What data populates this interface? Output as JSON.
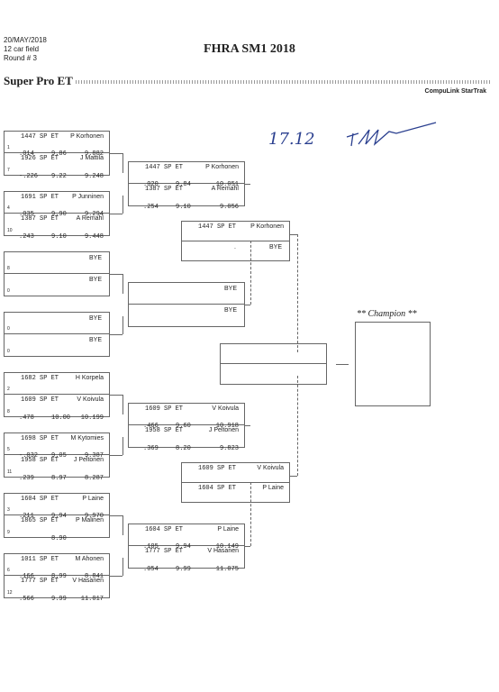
{
  "header": {
    "date": "20/MAY/2018",
    "field": "12 car field",
    "round": "Round # 3",
    "title": "FHRA SM1 2018",
    "section": "Super Pro ET",
    "software": "CompuLink StarTrak",
    "handwriting": "17.12"
  },
  "champion_label": "** Champion **",
  "bye_label": "BYE",
  "round1": [
    {
      "top": {
        "lane": "1",
        "car": "1447 SP ET",
        "driver": "P Korhonen",
        "rt": ".014",
        "et": "9.86",
        "mph": "9.882"
      },
      "bottom": {
        "lane": "7",
        "car": "1926 SP ET",
        "driver": "J Mattila",
        "rt": "-.226",
        "et": "9.22",
        "mph": "9.248"
      }
    },
    {
      "top": {
        "lane": "4",
        "car": "1691 SP ET",
        "driver": "P Junninen",
        "rt": ".035",
        "et": "9.90",
        "mph": "9.294"
      },
      "bottom": {
        "lane": "10",
        "car": "1387 SP ET",
        "driver": "A Remahl",
        "rt": ".243",
        "et": "9.10",
        "mph": "9.448"
      }
    },
    {
      "top": {
        "lane": "8",
        "bye": true
      },
      "bottom": {
        "lane": "0",
        "bye": true
      }
    },
    {
      "top": {
        "lane": "0",
        "bye": true
      },
      "bottom": {
        "lane": "0",
        "bye": true
      }
    },
    {
      "top": {
        "lane": "2",
        "car": "1682 SP ET",
        "driver": "H Korpela",
        "rt": "",
        "et": "",
        "mph": ""
      },
      "bottom": {
        "lane": "8",
        "car": "1609 SP ET",
        "driver": "V Koivula",
        "rt": ".478",
        "et": "10.00",
        "mph": "10.199"
      }
    },
    {
      "top": {
        "lane": "5",
        "car": "1698 SP ET",
        "driver": "M Kytomies",
        "rt": "-.032",
        "et": "9.05",
        "mph": "9.387"
      },
      "bottom": {
        "lane": "11",
        "car": "1958 SP ET",
        "driver": "J Peltonen",
        "rt": ".239",
        "et": "8.97",
        "mph": "8.287"
      }
    },
    {
      "top": {
        "lane": "3",
        "car": "1604 SP ET",
        "driver": "P Laine",
        "rt": ".211",
        "et": "9.94",
        "mph": "9.970"
      },
      "bottom": {
        "lane": "9",
        "car": "1865 SP ET",
        "driver": "P Malinen",
        "rt": "",
        "et": "8.90",
        "mph": ""
      }
    },
    {
      "top": {
        "lane": "6",
        "car": "1011 SP ET",
        "driver": "M Ahonen",
        "rt": ".166",
        "et": "8.99",
        "mph": "8.841"
      },
      "bottom": {
        "lane": "12",
        "car": "1777 SP ET",
        "driver": "V Hasanen",
        "rt": ".566",
        "et": "9.99",
        "mph": "11.017"
      }
    }
  ],
  "round2": [
    {
      "top": {
        "car": "1447 SP ET",
        "driver": "P Korhonen",
        "rt": ".020",
        "et": "9.84",
        "mph": "10.051"
      },
      "bottom": {
        "car": "1387 SP ET",
        "driver": "A Remahl",
        "rt": ".254",
        "et": "9.10",
        "mph": "9.056"
      }
    },
    {
      "top": {
        "bye": true
      },
      "bottom": {
        "bye": true
      }
    },
    {
      "top": {
        "car": "1609 SP ET",
        "driver": "V Koivula",
        "rt": ".466",
        "et": "9.60",
        "mph": "10.918"
      },
      "bottom": {
        "car": "1958 SP ET",
        "driver": "J Peltonen",
        "rt": ".369",
        "et": "8.20",
        "mph": "9.823"
      }
    },
    {
      "top": {
        "car": "1604 SP ET",
        "driver": "P Laine",
        "rt": ".105",
        "et": "9.94",
        "mph": "10.149"
      },
      "bottom": {
        "car": "1777 SP ET",
        "driver": "V Hasanen",
        "rt": ".054",
        "et": "9.99",
        "mph": "11.075"
      }
    }
  ],
  "round3": [
    {
      "top": {
        "car": "1447 SP ET",
        "driver": "P Korhonen",
        "rt": "",
        "et": "",
        "mph": ""
      },
      "bottom": {
        "bye": true,
        "dot": "."
      }
    },
    {
      "top": {
        "car": "1609 SP ET",
        "driver": "V Koivula",
        "rt": "",
        "et": "",
        "mph": ""
      },
      "bottom": {
        "car": "1604 SP ET",
        "driver": "P Laine",
        "rt": "",
        "et": "",
        "mph": ""
      }
    }
  ]
}
